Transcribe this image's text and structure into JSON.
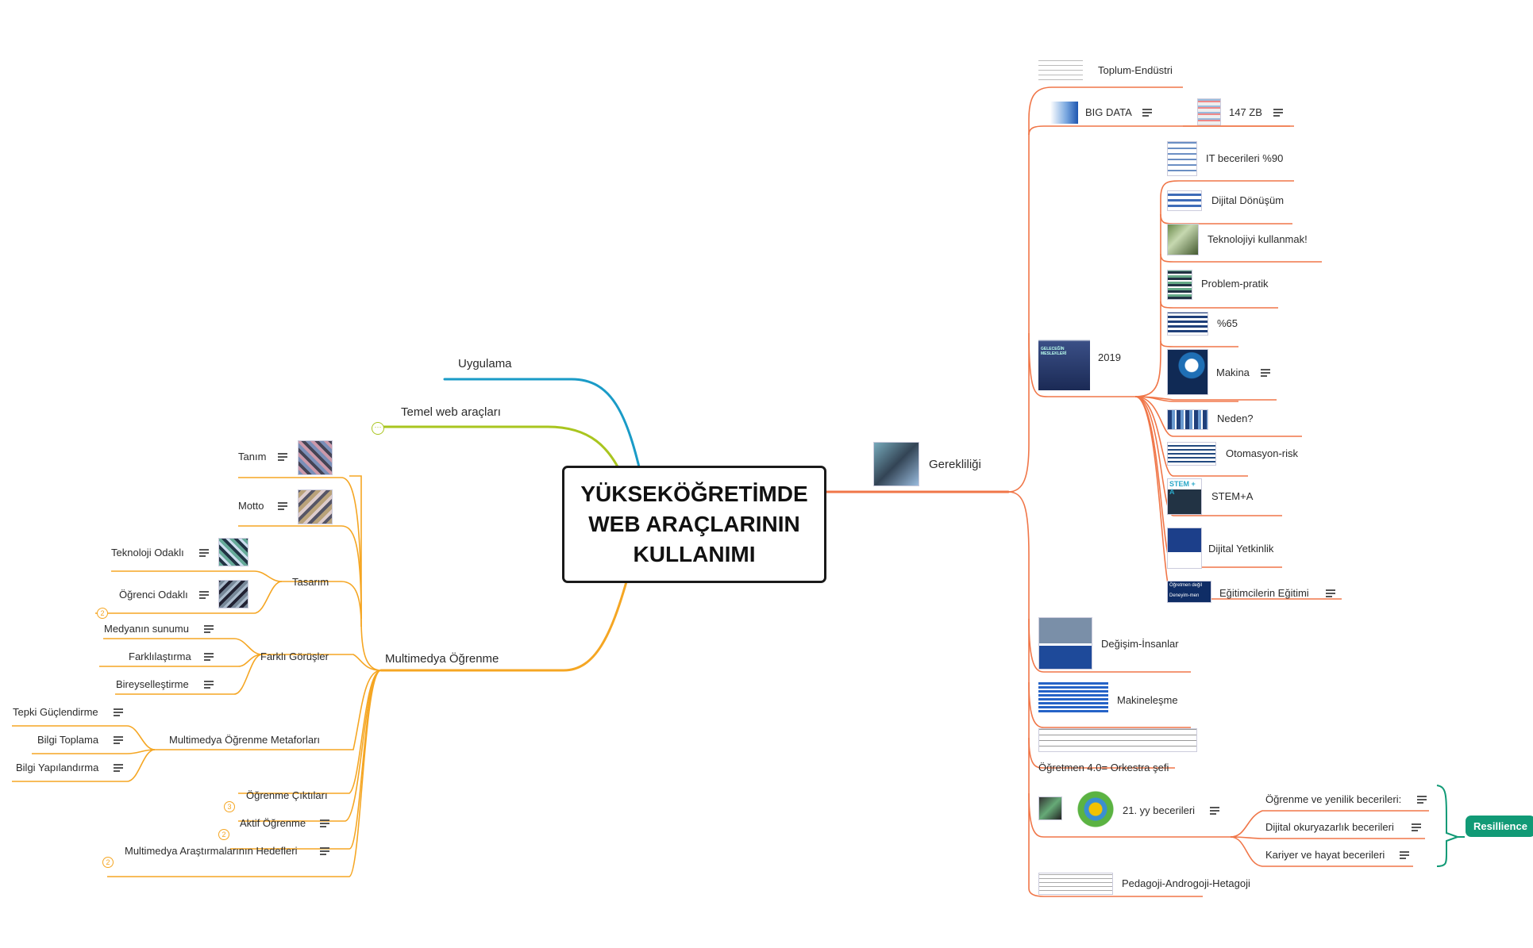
{
  "root": {
    "lines": [
      "YÜKSEKÖĞRETİMDE",
      "WEB ARAÇLARININ",
      "KULLANIMI"
    ]
  },
  "branches": {
    "uygulama": "Uygulama",
    "temel": "Temel web araçları",
    "multimedya": "Multimedya Öğrenme",
    "gerekliligi": "Gerekliliği"
  },
  "left": {
    "tanim": "Tanım",
    "motto": "Motto",
    "tasarim": "Tasarım",
    "teknoloji_odakli": "Teknoloji Odaklı",
    "ogrenci_odakli": "Öğrenci Odaklı",
    "farkli_gorusler": "Farklı Görüşler",
    "medyanin_sunumu": "Medyanın sunumu",
    "farklilastirma": "Farklılaştırma",
    "bireysellestirme": "Bireyselleştirme",
    "metaforlar": "Multimedya Öğrenme Metaforları",
    "tepki": "Tepki Güçlendirme",
    "bilgi_toplama": "Bilgi Toplama",
    "bilgi_yapilandirma": "Bilgi Yapılandırma",
    "ciktilar": "Öğrenme Çıktıları",
    "aktif": "Aktif Öğrenme",
    "hedefler": "Multimedya Araştırmalarının Hedefleri",
    "badges": {
      "ogrenci_odakli": "2",
      "ciktilar": "3",
      "aktif": "2",
      "hedefler": "2"
    }
  },
  "right": {
    "toplum": "Toplum-Endüstri",
    "bigdata": "BIG DATA",
    "zb": "147 ZB",
    "y2019": "2019",
    "it": "IT becerileri %90",
    "dijital_donusum": "Dijital Dönüşüm",
    "teknolojiyi": "Teknolojiyi kullanmak!",
    "problem": "Problem-pratik",
    "yuzde65": "%65",
    "makina": "Makina",
    "neden": "Neden?",
    "otomasyon": "Otomasyon-risk",
    "stem": "STEM+A",
    "dijital_yetkinlik": "Dijital Yetkinlik",
    "egitimcilerin": "Eğitimcilerin Eğitimi",
    "degisim": "Değişim-İnsanlar",
    "makinelesme": "Makineleşme",
    "ogretmen40": "Öğretmen 4.0= Orkestra şefi",
    "yy21": "21. yy becerileri",
    "ogrenme_yenilik": "Öğrenme ve yenilik becerileri:",
    "dijital_okuryazarlik": "Dijital okuryazarlık becerileri",
    "kariyer": "Kariyer ve hayat becerileri",
    "resillience": "Resillience",
    "pedagoji": "Pedagoji-Androgoji-Hetagoji"
  },
  "thumb_text": {
    "stem": "STEM + A",
    "ogretmen_degil": "Öğretmen değil",
    "deneyim": "Deneyim-men",
    "secegin": "GELECEĞİN MESLEKLERİ"
  },
  "colors": {
    "uygulama": "#1a9bc7",
    "temel": "#a9c51f",
    "multimedya": "#f5a623",
    "gerekliligi": "#f07648",
    "resillience": "#119a76"
  },
  "icons": {
    "note": "notes-icon",
    "collapse": "more-dots-icon"
  }
}
